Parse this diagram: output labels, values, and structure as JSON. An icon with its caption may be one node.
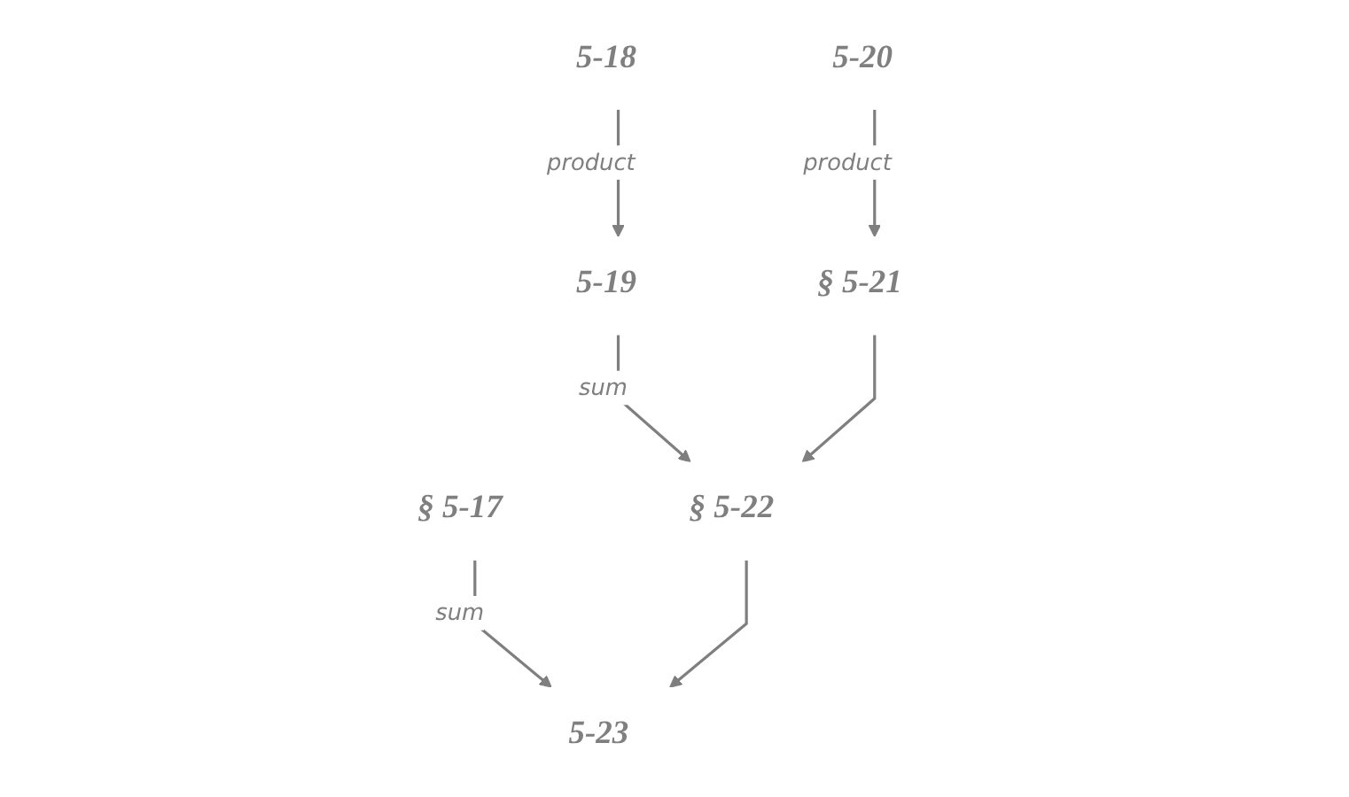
{
  "diagram": {
    "nodes": [
      {
        "text": [
          "5-18"
        ]
      },
      {
        "text": [
          "5-20"
        ]
      },
      {
        "text": [
          "5-19"
        ]
      },
      {
        "text": [
          "§ 5-21"
        ]
      },
      {
        "text": [
          "§ 5-17"
        ]
      },
      {
        "text": [
          "§ 5-22"
        ]
      },
      {
        "text": [
          "5-23"
        ]
      }
    ],
    "edges": [
      {
        "from": 0,
        "to": 2,
        "arrow": "to",
        "label": "product"
      },
      {
        "from": 1,
        "to": 3,
        "arrow": "to",
        "label": "product"
      },
      {
        "from": 2,
        "to": 5,
        "arrow": "to",
        "label": "sum"
      },
      {
        "from": 3,
        "to": 5,
        "arrow": "to"
      },
      {
        "from": 4,
        "to": 6,
        "arrow": "to",
        "label": "sum"
      },
      {
        "from": 5,
        "to": 6,
        "arrow": "to"
      }
    ]
  }
}
